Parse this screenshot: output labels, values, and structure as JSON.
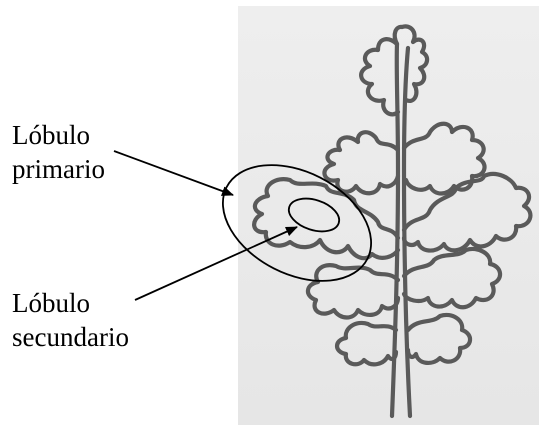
{
  "labels": {
    "primary_line1": "Lóbulo",
    "primary_line2": "primario",
    "secondary_line1": "Lóbulo",
    "secondary_line2": "secundario"
  },
  "colors": {
    "paper": "#ececec",
    "leaf_outline": "#5a5a5a",
    "annotation": "#000000",
    "text": "#000000"
  }
}
